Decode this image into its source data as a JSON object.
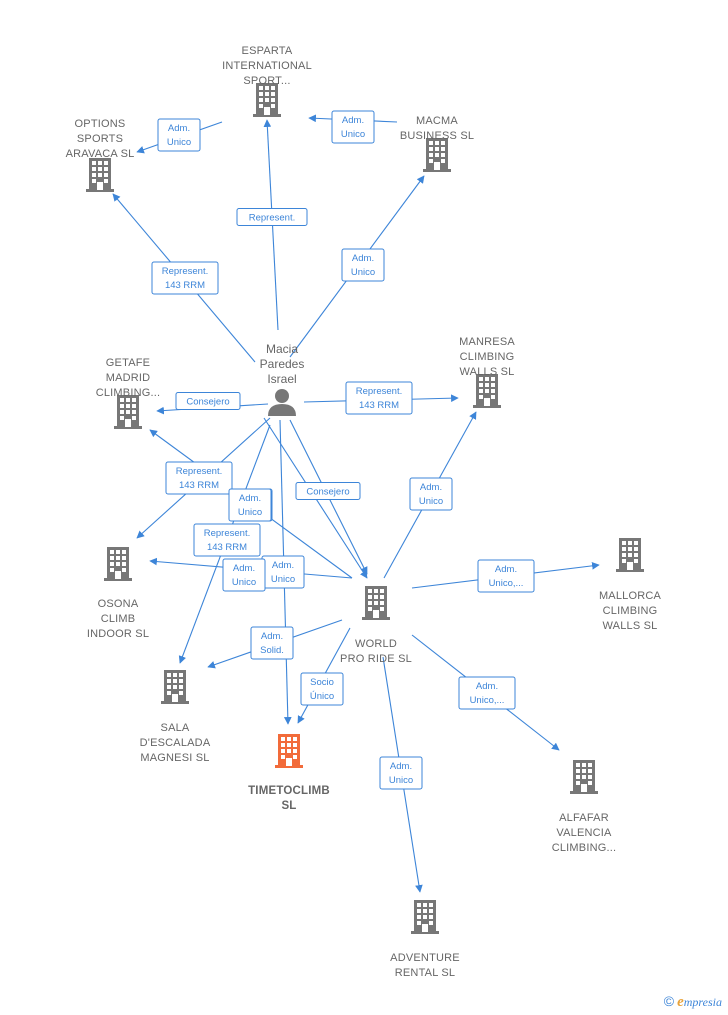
{
  "colors": {
    "edge": "#3d85d8",
    "building": "#777777",
    "highlight": "#f26b3a",
    "text": "#666666"
  },
  "person": {
    "icon": "person-icon",
    "lines": [
      "Macia",
      "Paredes",
      "Israel"
    ]
  },
  "companies": [
    {
      "id": "esparta",
      "lines": [
        "ESPARTA",
        "INTERNATIONAL",
        "SPORT..."
      ],
      "icon": "building-icon"
    },
    {
      "id": "options",
      "lines": [
        "OPTIONS",
        "SPORTS",
        "ARAVACA  SL"
      ],
      "icon": "building-icon"
    },
    {
      "id": "macma",
      "lines": [
        "MACMA",
        "BUSINESS  SL"
      ],
      "icon": "building-icon"
    },
    {
      "id": "getafe",
      "lines": [
        "GETAFE",
        "MADRID",
        "CLIMBING..."
      ],
      "icon": "building-icon"
    },
    {
      "id": "manresa",
      "lines": [
        "MANRESA",
        "CLIMBING",
        "WALLS  SL"
      ],
      "icon": "building-icon"
    },
    {
      "id": "osona",
      "lines": [
        "OSONA",
        "CLIMB",
        "INDOOR  SL"
      ],
      "icon": "building-icon"
    },
    {
      "id": "world",
      "lines": [
        "WORLD",
        "PRO RIDE  SL"
      ],
      "icon": "building-icon"
    },
    {
      "id": "mallorca",
      "lines": [
        "MALLORCA",
        "CLIMBING",
        "WALLS  SL"
      ],
      "icon": "building-icon"
    },
    {
      "id": "sala",
      "lines": [
        "SALA",
        "D'ESCALADA",
        "MAGNESI SL"
      ],
      "icon": "building-icon"
    },
    {
      "id": "timetoclimb",
      "lines": [
        "TIMETOCLIMB",
        "SL"
      ],
      "icon": "building-icon",
      "highlight": true
    },
    {
      "id": "alfafar",
      "lines": [
        "ALFAFAR",
        "VALENCIA",
        "CLIMBING..."
      ],
      "icon": "building-icon"
    },
    {
      "id": "adventure",
      "lines": [
        "ADVENTURE",
        "RENTAL  SL"
      ],
      "icon": "building-icon"
    }
  ],
  "edges": [
    {
      "from": "person",
      "to": "esparta",
      "label": [
        "Represent."
      ]
    },
    {
      "from": "person",
      "to": "options",
      "label": [
        "Represent.",
        "143 RRM"
      ]
    },
    {
      "from": "person",
      "to": "macma",
      "label": [
        "Adm.",
        "Unico"
      ]
    },
    {
      "from": "macma",
      "to": "esparta",
      "label": [
        "Adm.",
        "Unico"
      ]
    },
    {
      "from": "esparta",
      "to": "options",
      "label": [
        "Adm.",
        "Unico"
      ]
    },
    {
      "from": "person",
      "to": "getafe",
      "label": [
        "Consejero"
      ]
    },
    {
      "from": "person",
      "to": "manresa",
      "label": [
        "Represent.",
        "143 RRM"
      ]
    },
    {
      "from": "person",
      "to": "osona",
      "label": [
        "Represent.",
        "143 RRM"
      ]
    },
    {
      "from": "person",
      "to": "sala",
      "label": [
        "Represent.",
        "143 RRM"
      ]
    },
    {
      "from": "person",
      "to": "world",
      "label": [
        "Socio",
        "Único"
      ]
    },
    {
      "from": "person",
      "to": "timetoclimb",
      "label": [
        "Adm.",
        "Unico"
      ]
    },
    {
      "from": "person",
      "to": "world",
      "label": [
        "Consejero"
      ]
    },
    {
      "from": "world",
      "to": "getafe",
      "label": [
        "Adm.",
        "Unico"
      ]
    },
    {
      "from": "world",
      "to": "osona",
      "label": [
        "Adm.",
        "Unico"
      ]
    },
    {
      "from": "world",
      "to": "sala",
      "label": [
        "Adm.",
        "Solid."
      ]
    },
    {
      "from": "world",
      "to": "timetoclimb",
      "label": [
        "Socio",
        "Único"
      ]
    },
    {
      "from": "world",
      "to": "manresa",
      "label": [
        "Adm.",
        "Unico"
      ]
    },
    {
      "from": "world",
      "to": "mallorca",
      "label": [
        "Adm.",
        "Unico,..."
      ]
    },
    {
      "from": "world",
      "to": "alfafar",
      "label": [
        "Adm.",
        "Unico,..."
      ]
    },
    {
      "from": "world",
      "to": "adventure",
      "label": [
        "Adm.",
        "Unico"
      ]
    }
  ],
  "brand": {
    "copyright": "©",
    "first": "e",
    "rest": "mpresia"
  }
}
